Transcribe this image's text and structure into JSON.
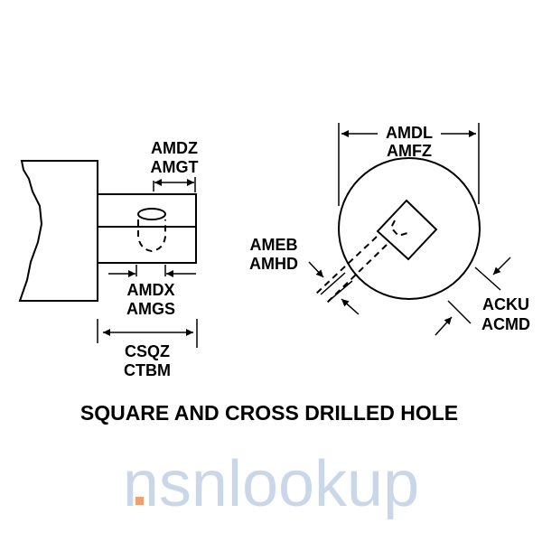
{
  "title": "SQUARE AND CROSS DRILLED HOLE",
  "watermark": "nsnlookup",
  "labels": {
    "amdz": "AMDZ",
    "amgt": "AMGT",
    "amdx": "AMDX",
    "amgs": "AMGS",
    "csqz": "CSQZ",
    "ctbm": "CTBM",
    "amdl": "AMDL",
    "amfz": "AMFZ",
    "ameb": "AMEB",
    "amhd": "AMHD",
    "acku": "ACKU",
    "acmd": "ACMD"
  },
  "colors": {
    "watermark": "#9fb8d6",
    "watermark_dot": "#f0a070"
  }
}
